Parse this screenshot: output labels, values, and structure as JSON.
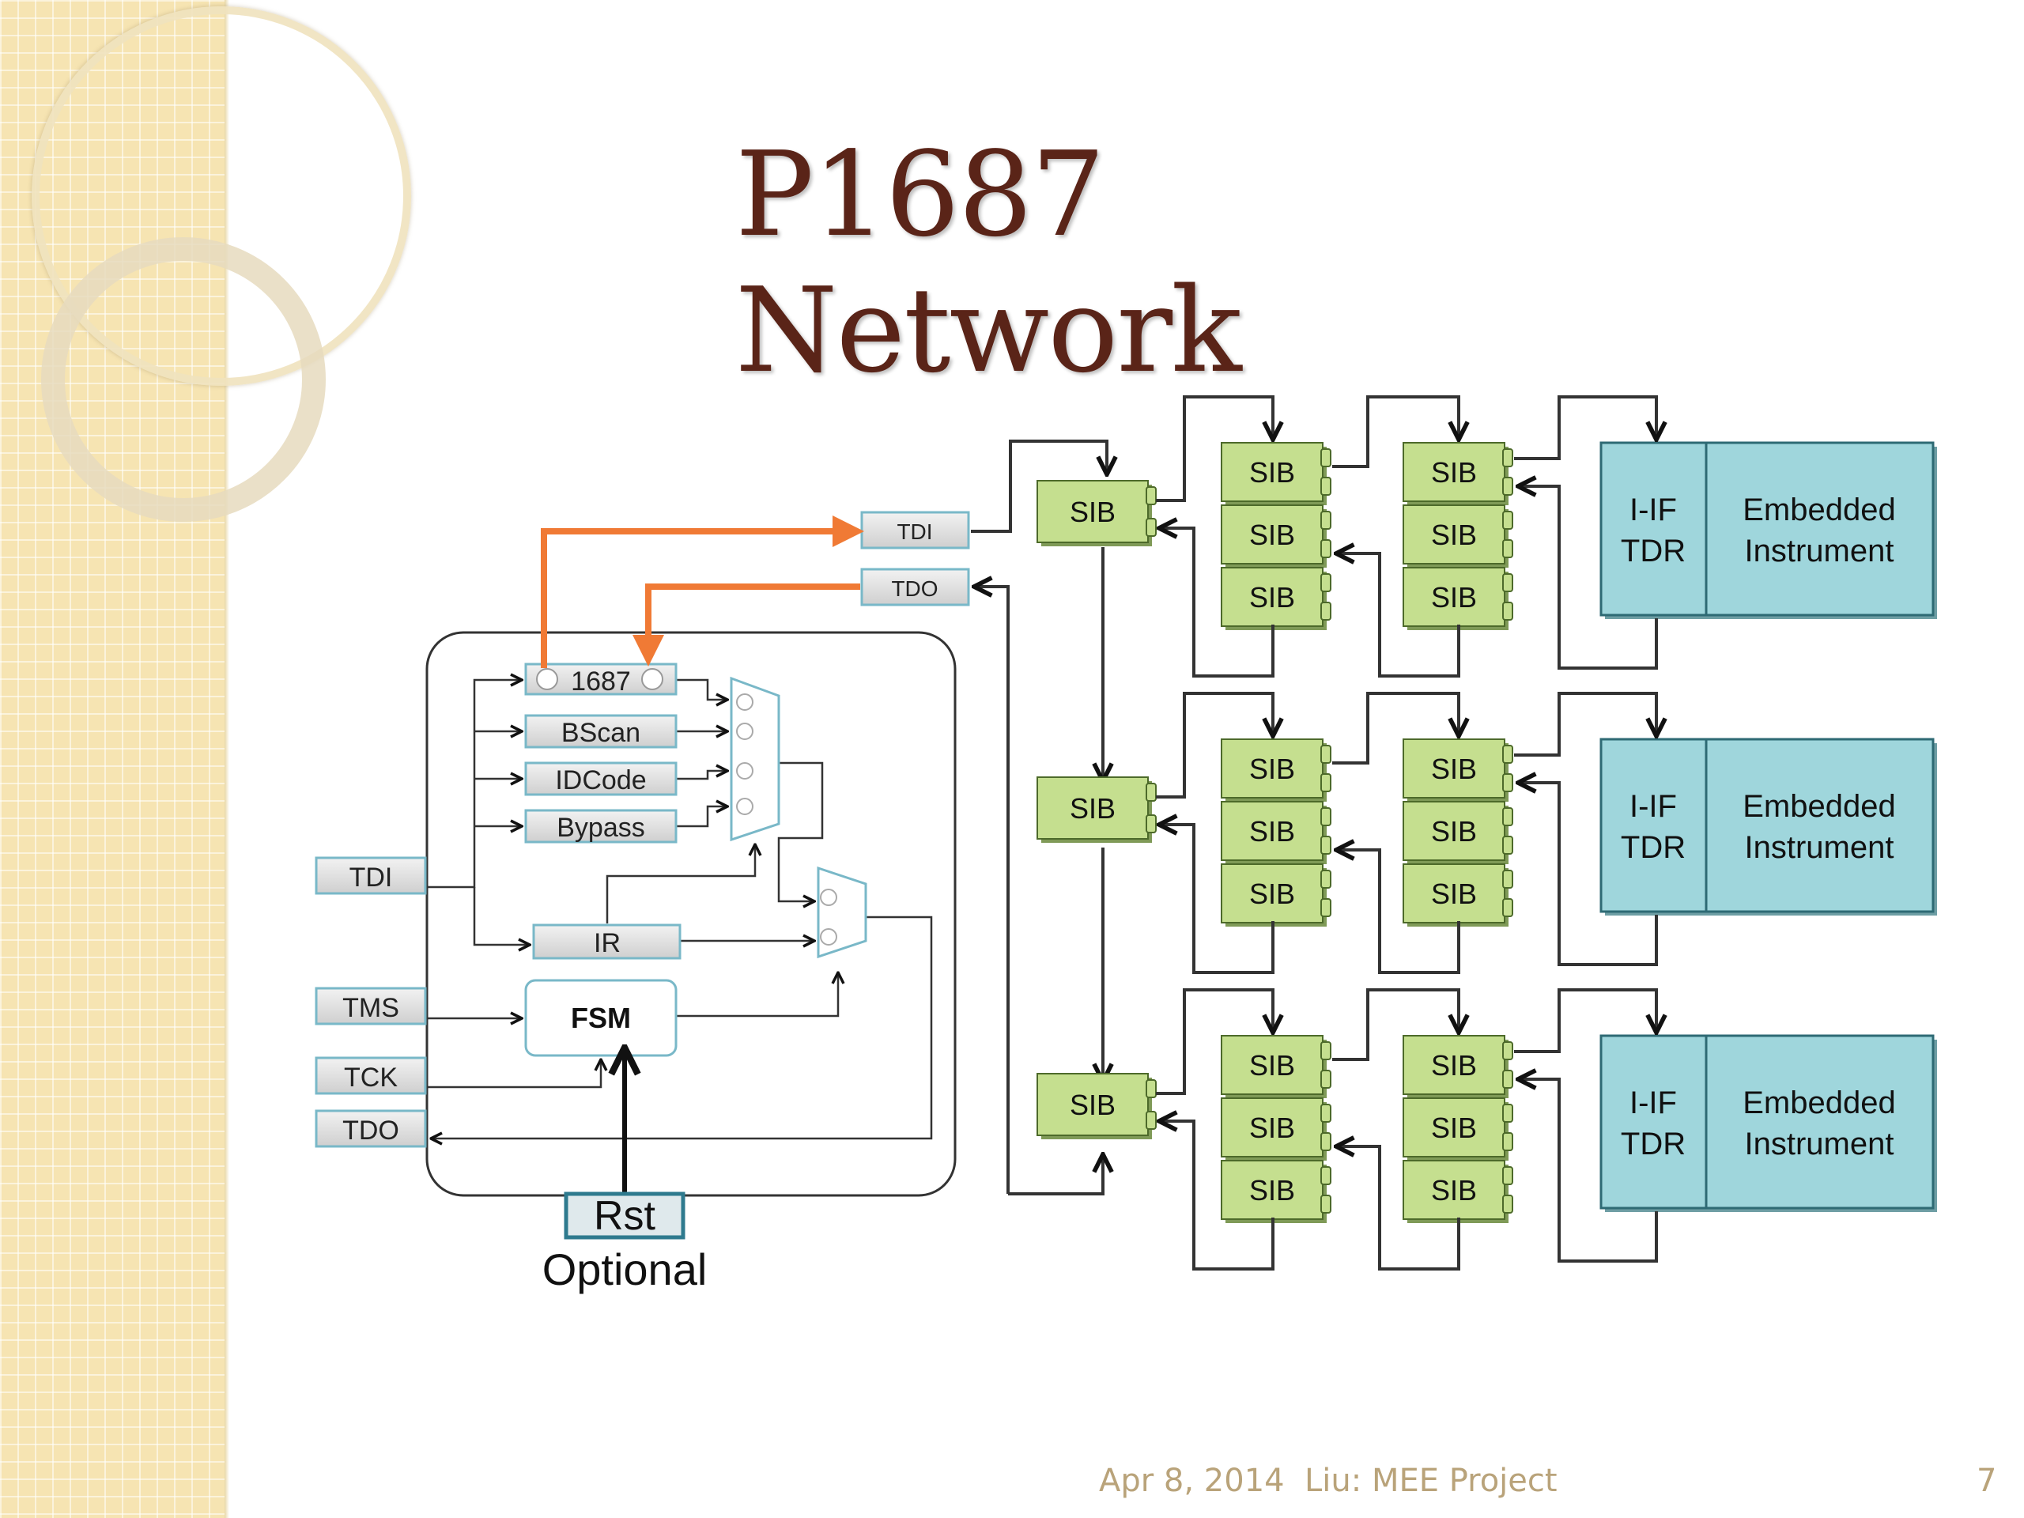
{
  "title": "P1687 Network",
  "footer": {
    "date": "Apr 8, 2014",
    "project": "Liu: MEE Project",
    "page": "7"
  },
  "ports": {
    "tdi_top": "TDI",
    "tdo_top": "TDO",
    "tdi": "TDI",
    "tms": "TMS",
    "tck": "TCK",
    "tdo": "TDO"
  },
  "tap": {
    "r1687": "1687",
    "bscan": "BScan",
    "idcode": "IDCode",
    "bypass": "Bypass",
    "ir": "IR",
    "fsm": "FSM"
  },
  "rst": "Rst",
  "optional": "Optional",
  "sib": "SIB",
  "iif": {
    "line1": "I-IF",
    "line2": "TDR"
  },
  "instrument": {
    "line1": "Embedded",
    "line2": "Instrument"
  },
  "colors": {
    "sib_fill": "#c5df8f",
    "instrument_fill": "#9fd6dc",
    "highlight": "#f07a35",
    "title": "#5a2418"
  }
}
